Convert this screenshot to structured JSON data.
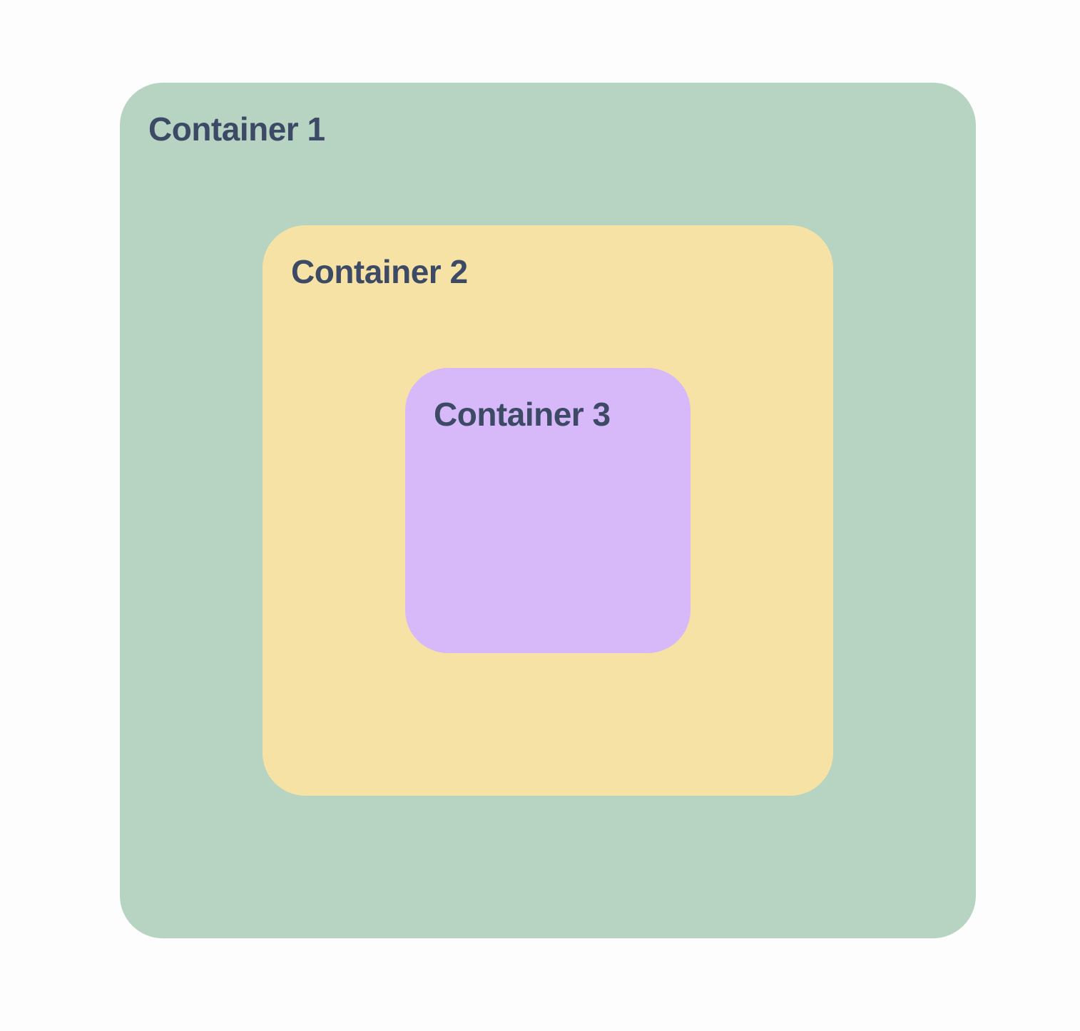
{
  "colors": {
    "label_text": "#3d4a66",
    "container_1": "#b7d4c2",
    "container_2": "#f7e2a5",
    "container_3": "#d7b9f9"
  },
  "containers": [
    {
      "label": "Container 1"
    },
    {
      "label": "Container 2"
    },
    {
      "label": "Container 3"
    }
  ]
}
